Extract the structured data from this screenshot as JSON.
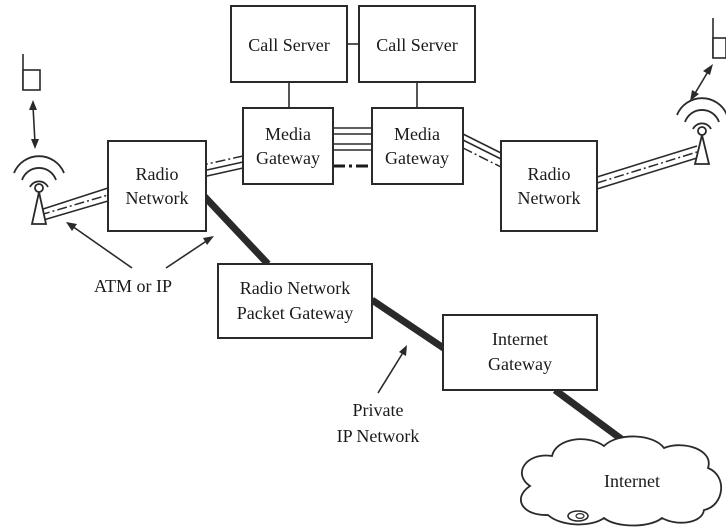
{
  "nodes": {
    "call_server_left": {
      "line1": "Call Server"
    },
    "call_server_right": {
      "line1": "Call Server"
    },
    "media_gateway_left": {
      "line1": "Media",
      "line2": "Gateway"
    },
    "media_gateway_right": {
      "line1": "Media",
      "line2": "Gateway"
    },
    "radio_network_left": {
      "line1": "Radio",
      "line2": "Network"
    },
    "radio_network_right": {
      "line1": "Radio",
      "line2": "Network"
    },
    "rn_packet_gateway": {
      "line1": "Radio Network",
      "line2": "Packet Gateway"
    },
    "internet_gateway": {
      "line1": "Internet",
      "line2": "Gateway"
    },
    "internet_cloud": {
      "label": "Internet"
    }
  },
  "annotations": {
    "atm_or_ip": "ATM or IP",
    "private_ip_line1": "Private",
    "private_ip_line2": "IP Network"
  },
  "icons": [
    "handset-icon",
    "antenna-icon",
    "cloud-icon"
  ]
}
